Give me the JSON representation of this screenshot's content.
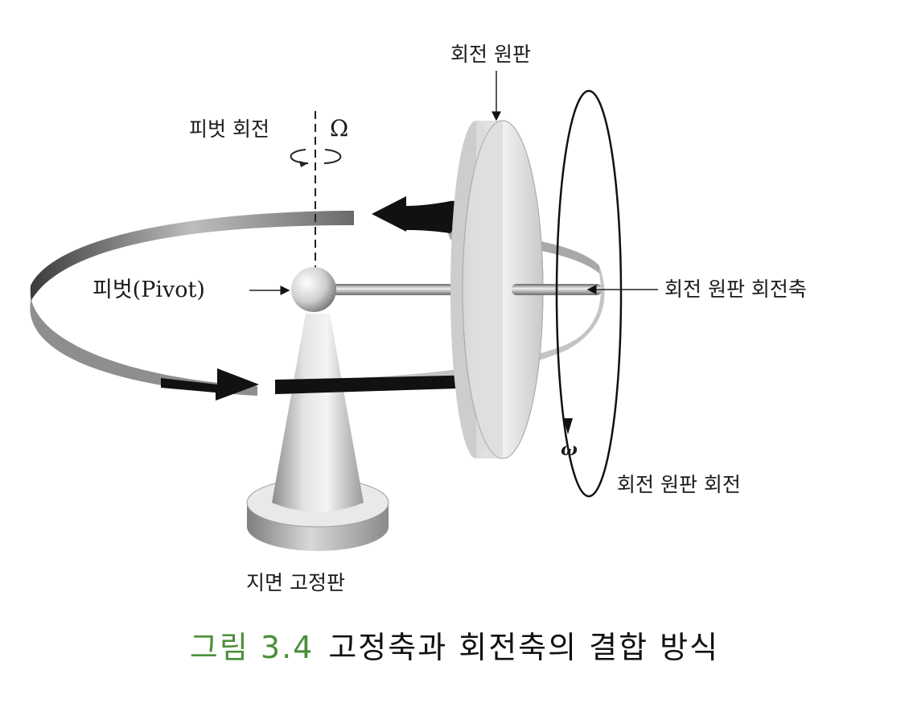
{
  "labels": {
    "disk": "회전 원판",
    "pivot_rotation": "피벗 회전",
    "pivot_rotation_symbol": "Ω",
    "pivot": "피벗(Pivot)",
    "disk_axis": "회전 원판 회전축",
    "omega": "ω",
    "disk_rotation": "회전 원판 회전",
    "base": "지면 고정판"
  },
  "caption": {
    "number": "그림 3.4",
    "title": "고정축과 회전축의 결합 방식"
  },
  "colors": {
    "caption_number": "#4a8f3a",
    "arrow": "#111111",
    "ring": "#9a9a9a"
  }
}
